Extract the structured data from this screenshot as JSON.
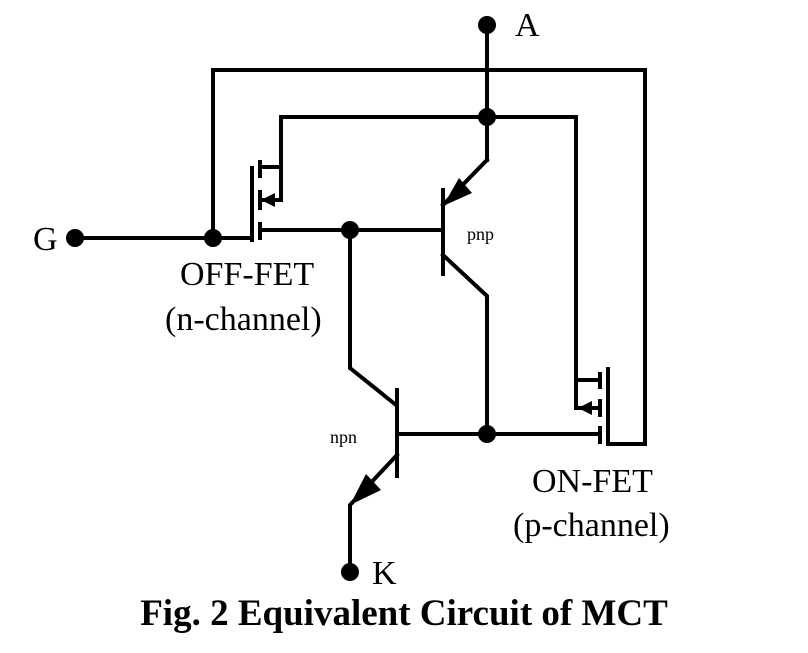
{
  "terminals": {
    "anode": "A",
    "gate": "G",
    "cathode": "K"
  },
  "devices": {
    "off_fet": {
      "name": "OFF-FET",
      "type": "(n-channel)"
    },
    "on_fet": {
      "name": "ON-FET",
      "type": "(p-channel)"
    },
    "pnp": "pnp",
    "npn": "npn"
  },
  "caption": "Fig. 2 Equivalent Circuit of MCT"
}
